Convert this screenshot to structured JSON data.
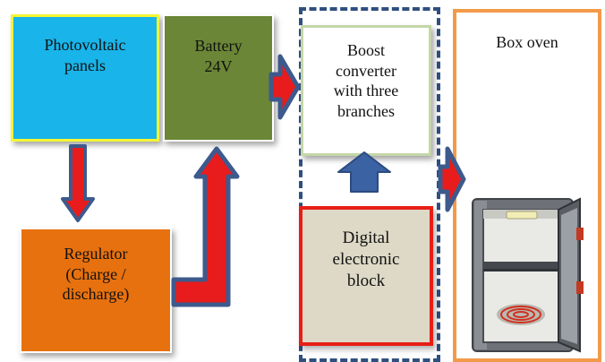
{
  "blocks": {
    "pv": {
      "label": "Photovoltaic\npanels",
      "fill": "#19b4e9",
      "border": "#f5f536"
    },
    "battery": {
      "label": "Battery\n24V",
      "fill": "#6a8636",
      "border": "#ffffff"
    },
    "boost": {
      "label": "Boost\nconverter\nwith three\nbranches",
      "fill": "#ffffff",
      "border": "#c5d6a8"
    },
    "regulator": {
      "label": "Regulator\n(Charge /\ndischarge)",
      "fill": "#e7710e",
      "border": "#ffffff"
    },
    "digital": {
      "label": "Digital\nelectronic\nblock",
      "fill": "#ddd9c6",
      "border": "#e81e16"
    },
    "oven": {
      "label": "Box oven",
      "fill": "#ffffff",
      "border": "#f39a4a"
    }
  },
  "colors": {
    "arrow_fill": "#e81c1c",
    "arrow_stroke": "#3d5a8d",
    "dashed_border": "#2f4f7f",
    "blue_arrow": "#3b62a3"
  },
  "icons": {
    "oven_image": "electric-oven-illustration"
  }
}
